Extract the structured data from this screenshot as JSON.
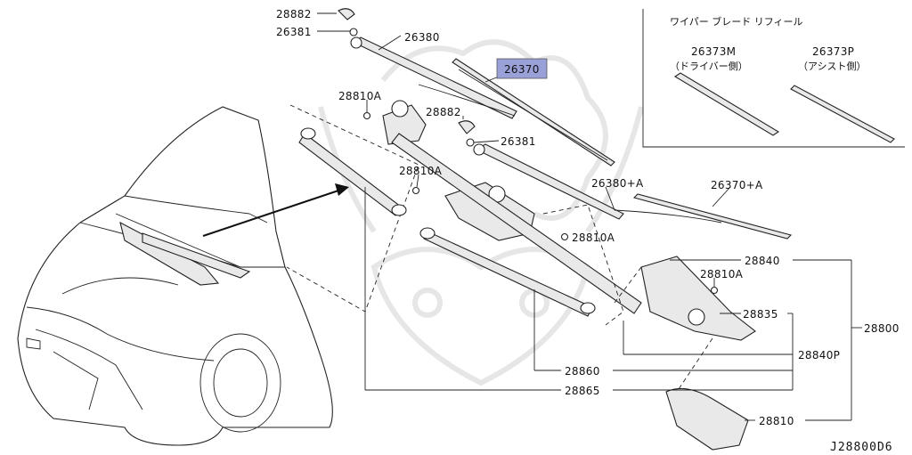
{
  "diagram": {
    "callouts": {
      "p28882_top": "28882",
      "p26381_top": "26381",
      "p26380": "26380",
      "p26370": "26370",
      "p28810a_1": "28810A",
      "p28882_mid": "28882",
      "p26381_mid": "26381",
      "p28810a_2": "28810A",
      "p26380a": "26380+A",
      "p26370a": "26370+A",
      "p28810a_3": "28810A",
      "p28840": "28840",
      "p28810a_4": "28810A",
      "p28835": "28835",
      "p28800": "28800",
      "p28840p": "28840P",
      "p28860": "28860",
      "p28865": "28865",
      "p28810": "28810"
    },
    "inset": {
      "title": "ワイパー ブレード リフィール",
      "left_part": "26373M",
      "left_sub": "（ドライバー側）",
      "right_part": "26373P",
      "right_sub": "（アシスト側）"
    },
    "drawing_code": "J28800D6",
    "highlight_color": "#9aa0d8"
  }
}
